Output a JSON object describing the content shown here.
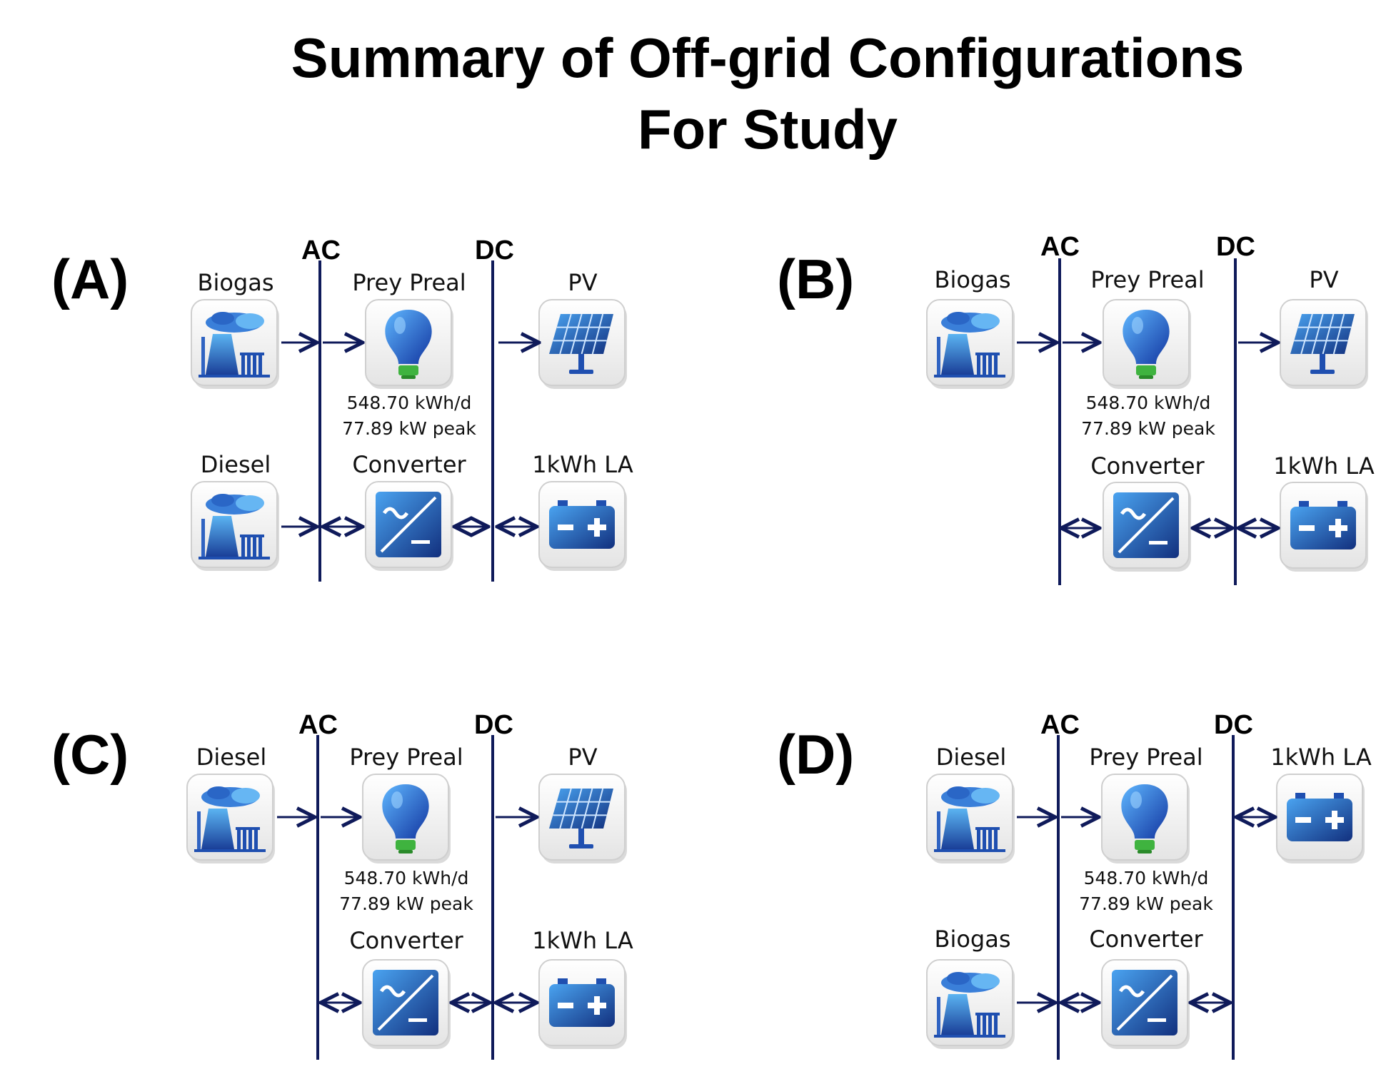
{
  "title": {
    "line1": "Summary of Off-grid Configurations",
    "line2": "For Study"
  },
  "bus_labels": {
    "ac": "AC",
    "dc": "DC"
  },
  "load": {
    "name": "Prey Preal",
    "energy": "548.70 kWh/d",
    "peak": "77.89 kW peak"
  },
  "panels": [
    {
      "label": "(A)",
      "top_left": "Biogas",
      "bottom_left": "Diesel",
      "top_right": "PV",
      "bottom_right": "1kWh LA",
      "center_bottom": "Converter"
    },
    {
      "label": "(B)",
      "top_left": "Biogas",
      "bottom_left": "",
      "top_right": "PV",
      "bottom_right": "1kWh LA",
      "center_bottom": "Converter"
    },
    {
      "label": "(C)",
      "top_left": "Diesel",
      "bottom_left": "",
      "top_right": "PV",
      "bottom_right": "1kWh LA",
      "center_bottom": "Converter"
    },
    {
      "label": "(D)",
      "top_left": "Diesel",
      "bottom_left": "Biogas",
      "top_right": "1kWh LA",
      "bottom_right": "",
      "center_bottom": "Converter"
    }
  ],
  "icons": {
    "generator": "power-plant-icon",
    "load": "light-bulb-icon",
    "pv": "solar-panel-icon",
    "battery": "battery-icon",
    "converter": "converter-icon"
  },
  "colors": {
    "bus_line": "#0f1a5a",
    "icon_blue": "#1f4fb0",
    "icon_frame": "#d9d9d9"
  }
}
